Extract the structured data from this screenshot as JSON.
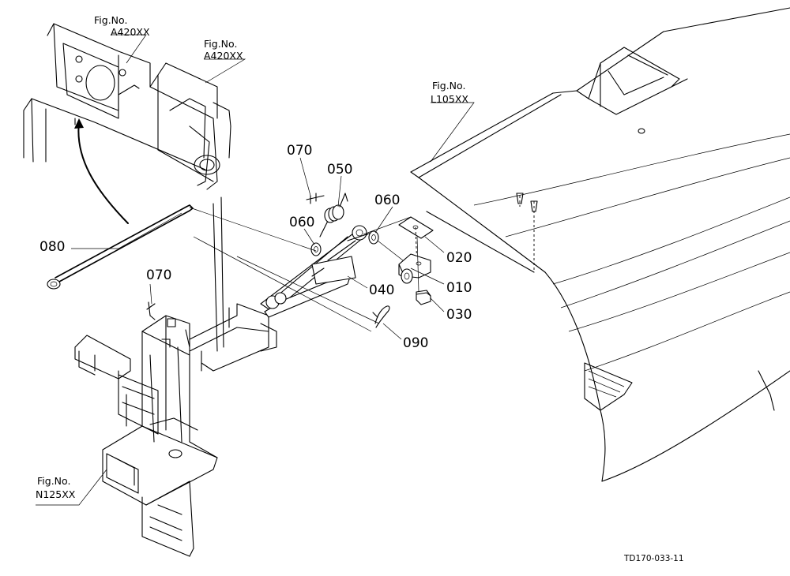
{
  "figure_refs": {
    "top_left_1": {
      "line1": "Fig.No.",
      "line2": "A420XX"
    },
    "top_left_2": {
      "line1": "Fig.No.",
      "line2": "A420XX"
    },
    "right": {
      "line1": "Fig.No.",
      "line2": "L105XX"
    },
    "bottom_left": {
      "line1": "Fig.No.",
      "line2": "N125XX"
    }
  },
  "parts": {
    "p010": "010",
    "p020": "020",
    "p030": "030",
    "p040": "040",
    "p050": "050",
    "p060a": "060",
    "p060b": "060",
    "p070a": "070",
    "p070b": "070",
    "p080": "080",
    "p090": "090"
  },
  "document_id": "TD170-033-11"
}
